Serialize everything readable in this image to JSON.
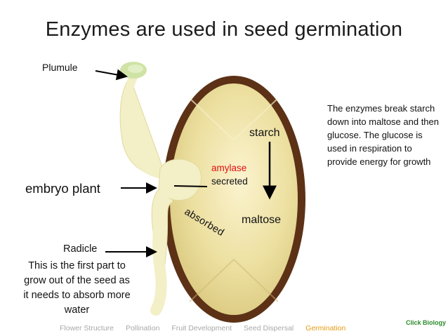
{
  "title": "Enzymes are used in seed germination",
  "labels": {
    "plumule": "Plumule",
    "embryo_plant": "embryo plant",
    "radicle_title": "Radicle",
    "radicle_desc": "This is the first part to grow out of the seed as it needs to absorb more water",
    "starch": "starch",
    "maltose": "maltose",
    "amylase": "amylase",
    "secreted": "secreted",
    "absorbed": "absorbed",
    "note": "The enzymes break starch down into maltose and then glucose. The glucose is used in respiration to provide energy for growth"
  },
  "footer": {
    "items": [
      "Flower Structure",
      "Pollination",
      "Fruit Development",
      "Seed Dispersal",
      "Germination"
    ],
    "active": "Germination"
  },
  "brand": "Click Biology",
  "colors": {
    "seed_coat": "#5c3116",
    "endosperm": "#e8d99a",
    "embryo": "#f3efc6",
    "plumule_leaf": "#cfe3a6",
    "amylase": "#e01010",
    "footer_active": "#e59b10"
  }
}
